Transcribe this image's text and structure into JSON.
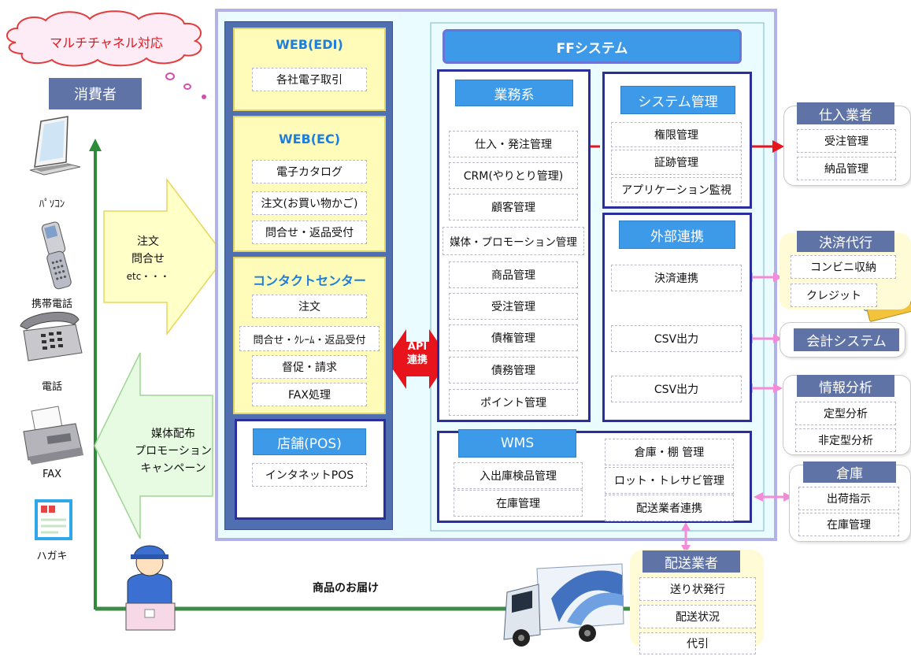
{
  "cloud": {
    "label": "マルチチャネル対応"
  },
  "consumer": {
    "title": "消費者",
    "devices": [
      {
        "name": "pc-icon",
        "label": "ﾊﾟｿｺﾝ"
      },
      {
        "name": "mobile-phone-icon",
        "label": "携帯電話"
      },
      {
        "name": "telephone-icon",
        "label": "電話"
      },
      {
        "name": "fax-icon",
        "label": "FAX"
      },
      {
        "name": "postcard-icon",
        "label": "ハガキ"
      }
    ]
  },
  "arrows": {
    "inbound": [
      "注文",
      "問合せ",
      "etc・・・"
    ],
    "outbound": [
      "媒体配布",
      "プロモーション",
      "キャンペーン"
    ],
    "delivery": "商品のお届け",
    "api": [
      "API",
      "連携"
    ]
  },
  "channels": {
    "edi": {
      "title": "WEB(EDI)",
      "items": [
        "各社電子取引"
      ]
    },
    "ec": {
      "title": "WEB(EC)",
      "items": [
        "電子カタログ",
        "注文(お買い物かご)",
        "問合せ・返品受付"
      ]
    },
    "contact": {
      "title": "コンタクトセンター",
      "items": [
        "注文",
        "問合せ・ｸﾚｰﾑ・返品受付",
        "督促・請求",
        "FAX処理"
      ]
    },
    "pos": {
      "title": "店舗(POS)",
      "items": [
        "インタネットPOS"
      ]
    }
  },
  "ff": {
    "title": "FFシステム",
    "business": {
      "title": "業務系",
      "items": [
        "仕入・発注管理",
        "CRM(やりとり管理)",
        "顧客管理",
        "媒体・プロモーション管理",
        "商品管理",
        "受注管理",
        "債権管理",
        "債務管理",
        "ポイント管理"
      ]
    },
    "sysadmin": {
      "title": "システム管理",
      "items": [
        "権限管理",
        "証跡管理",
        "アプリケーション監視"
      ]
    },
    "external": {
      "title": "外部連携",
      "items": [
        "決済連携",
        "CSV出力",
        "CSV出力"
      ]
    },
    "wms": {
      "title": "WMS",
      "left": [
        "入出庫検品管理",
        "在庫管理"
      ],
      "right": [
        "倉庫・棚 管理",
        "ロット・トレサビ管理",
        "配送業者連携"
      ]
    }
  },
  "partners": {
    "supplier": {
      "title": "仕入業者",
      "items": [
        "受注管理",
        "納品管理"
      ]
    },
    "payment": {
      "title": "決済代行",
      "items": [
        "コンビニ収納",
        "クレジット"
      ]
    },
    "accounting": {
      "title": "会計システム"
    },
    "analysis": {
      "title": "情報分析",
      "items": [
        "定型分析",
        "非定型分析"
      ]
    },
    "warehouse": {
      "title": "倉庫",
      "items": [
        "出荷指示",
        "在庫管理"
      ]
    },
    "carrier": {
      "title": "配送業者",
      "items": [
        "送り状発行",
        "配送状況",
        "代引"
      ]
    }
  },
  "colors": {
    "accent_blue": "#3c9ae8",
    "slate": "#5f73a6",
    "navy_border": "#2b2f9e",
    "green_line": "#2e8b3a",
    "red": "#e8141c",
    "pink": "#f58ad8"
  }
}
